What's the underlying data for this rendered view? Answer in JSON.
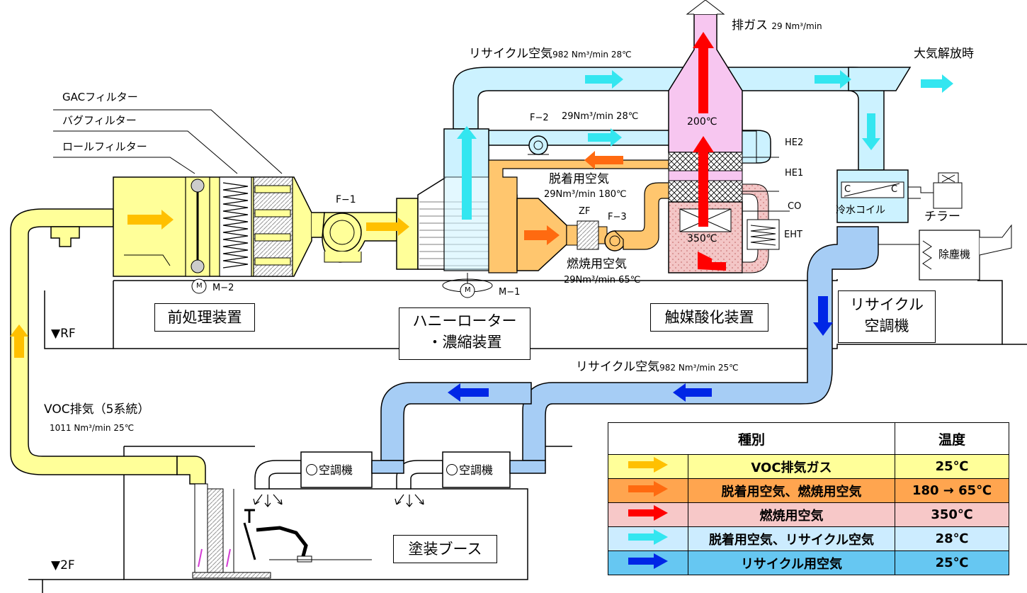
{
  "labels": {
    "exhaust_gas": "排ガス",
    "exhaust_flow": "29 Nm³/min",
    "atmosphere_release": "大気解放時",
    "recycle_air_top": "リサイクル空気",
    "recycle_air_top_flow": "982 Nm³/min 28℃",
    "gac_filter": "GACフィルター",
    "bag_filter": "バグフィルター",
    "roll_filter": "ロールフィルター",
    "f2": "F−2",
    "f2_flow": "29Nm³/min 28℃",
    "he2": "HE2",
    "he1": "HE1",
    "co": "CO",
    "eht": "EHT",
    "temp_200": "200℃",
    "temp_350": "350℃",
    "desorption_air": "脱着用空気",
    "desorption_air_flow": "29Nm³/min 180℃",
    "f1": "F−1",
    "zf": "ZF",
    "f3": "F−3",
    "combustion_air": "燃焼用空気",
    "combustion_air_flow": "29Nm³/min 65℃",
    "m1": "M−1",
    "m2": "M−2",
    "motor": "M",
    "cold_coil": "冷水コイル",
    "coil_c1": "C",
    "coil_c2": "C",
    "chiller": "チラー",
    "dust_collector": "除塵機",
    "pretreatment": "前処理装置",
    "honey_rotor_1": "ハニーローター",
    "honey_rotor_2": "・濃縮装置",
    "catalytic": "触媒酸化装置",
    "recycle_ac_1": "リサイクル",
    "recycle_ac_2": "空調機",
    "rf": "▼RF",
    "f2floor": "▼2F",
    "recycle_air_mid": "リサイクル空気",
    "recycle_air_mid_flow": "982 Nm³/min 25℃",
    "voc_exhaust": "VOC排気（5系統）",
    "voc_exhaust_flow": "1011 Nm³/min  25℃",
    "ac_unit_1": "空調機",
    "ac_unit_2": "空調機",
    "paint_booth": "塗装ブース"
  },
  "legend": {
    "header_type": "種別",
    "header_temp": "温度",
    "rows": [
      {
        "type": "VOC排気ガス",
        "temp": "25℃",
        "bg": "#ffff99",
        "arrow": "#ffc000"
      },
      {
        "type": "脱着用空気、燃焼用空気",
        "temp": "180 → 65℃",
        "bg": "#ffa54f",
        "arrow": "#ff6a10"
      },
      {
        "type": "燃焼用空気",
        "temp": "350℃",
        "bg": "#f7c8c8",
        "arrow": "#ff0000"
      },
      {
        "type": "脱着用空気、リサイクル空気",
        "temp": "28℃",
        "bg": "#ccecff",
        "arrow": "#33e6f0"
      },
      {
        "type": "リサイクル用空気",
        "temp": "25℃",
        "bg": "#66c7f2",
        "arrow": "#0026e6"
      }
    ]
  },
  "colors": {
    "voc": "#ffff99",
    "orange": "#ffc66e",
    "pink_hot": "#f7c8c8",
    "light_blue": "#ccf2ff",
    "recycle_blue": "#a6cdf5"
  }
}
